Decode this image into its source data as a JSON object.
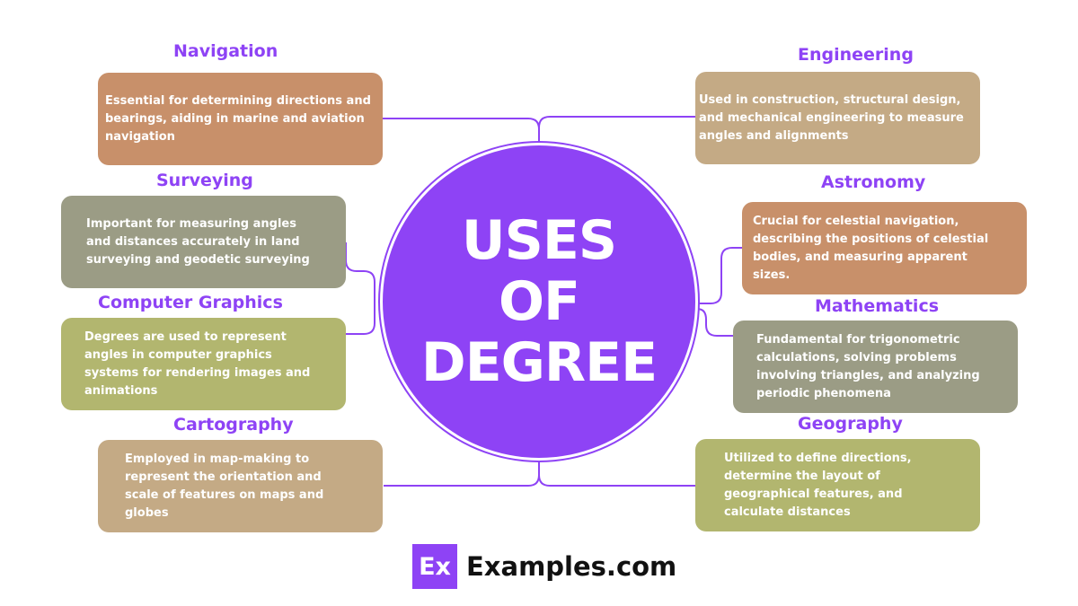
{
  "hub": {
    "lines": [
      "USES",
      "OF",
      "DEGREE"
    ]
  },
  "colors": {
    "accent": "#8e43f5",
    "terracotta": "#c8906a",
    "sand": "#c4aa85",
    "sage": "#9b9c85",
    "olive": "#b2b66f",
    "text": "#ffffff"
  },
  "nodes": {
    "navigation": {
      "title": "Navigation",
      "text": "Essential for determining directions and bearings, aiding in marine and aviation navigation"
    },
    "engineering": {
      "title": "Engineering",
      "text": "Used in construction, structural design, and mechanical engineering to measure angles and alignments"
    },
    "surveying": {
      "title": "Surveying",
      "text": "Important for measuring angles and distances accurately in land surveying and geodetic surveying"
    },
    "astronomy": {
      "title": "Astronomy",
      "text": "Crucial for celestial navigation, describing the positions of celestial bodies, and measuring apparent sizes."
    },
    "computer_graphics": {
      "title": "Computer Graphics",
      "text": "Degrees are used to represent angles in computer graphics systems for rendering images and animations"
    },
    "mathematics": {
      "title": "Mathematics",
      "text": "Fundamental for trigonometric calculations, solving problems involving triangles, and analyzing periodic phenomena"
    },
    "cartography": {
      "title": "Cartography",
      "text": "Employed in map-making to represent the orientation and scale of features on maps and globes"
    },
    "geography": {
      "title": "Geography",
      "text": "Utilized to define directions, determine the layout of geographical features, and calculate distances"
    }
  },
  "brand": {
    "mark": "Ex",
    "name": "Examples.com"
  }
}
